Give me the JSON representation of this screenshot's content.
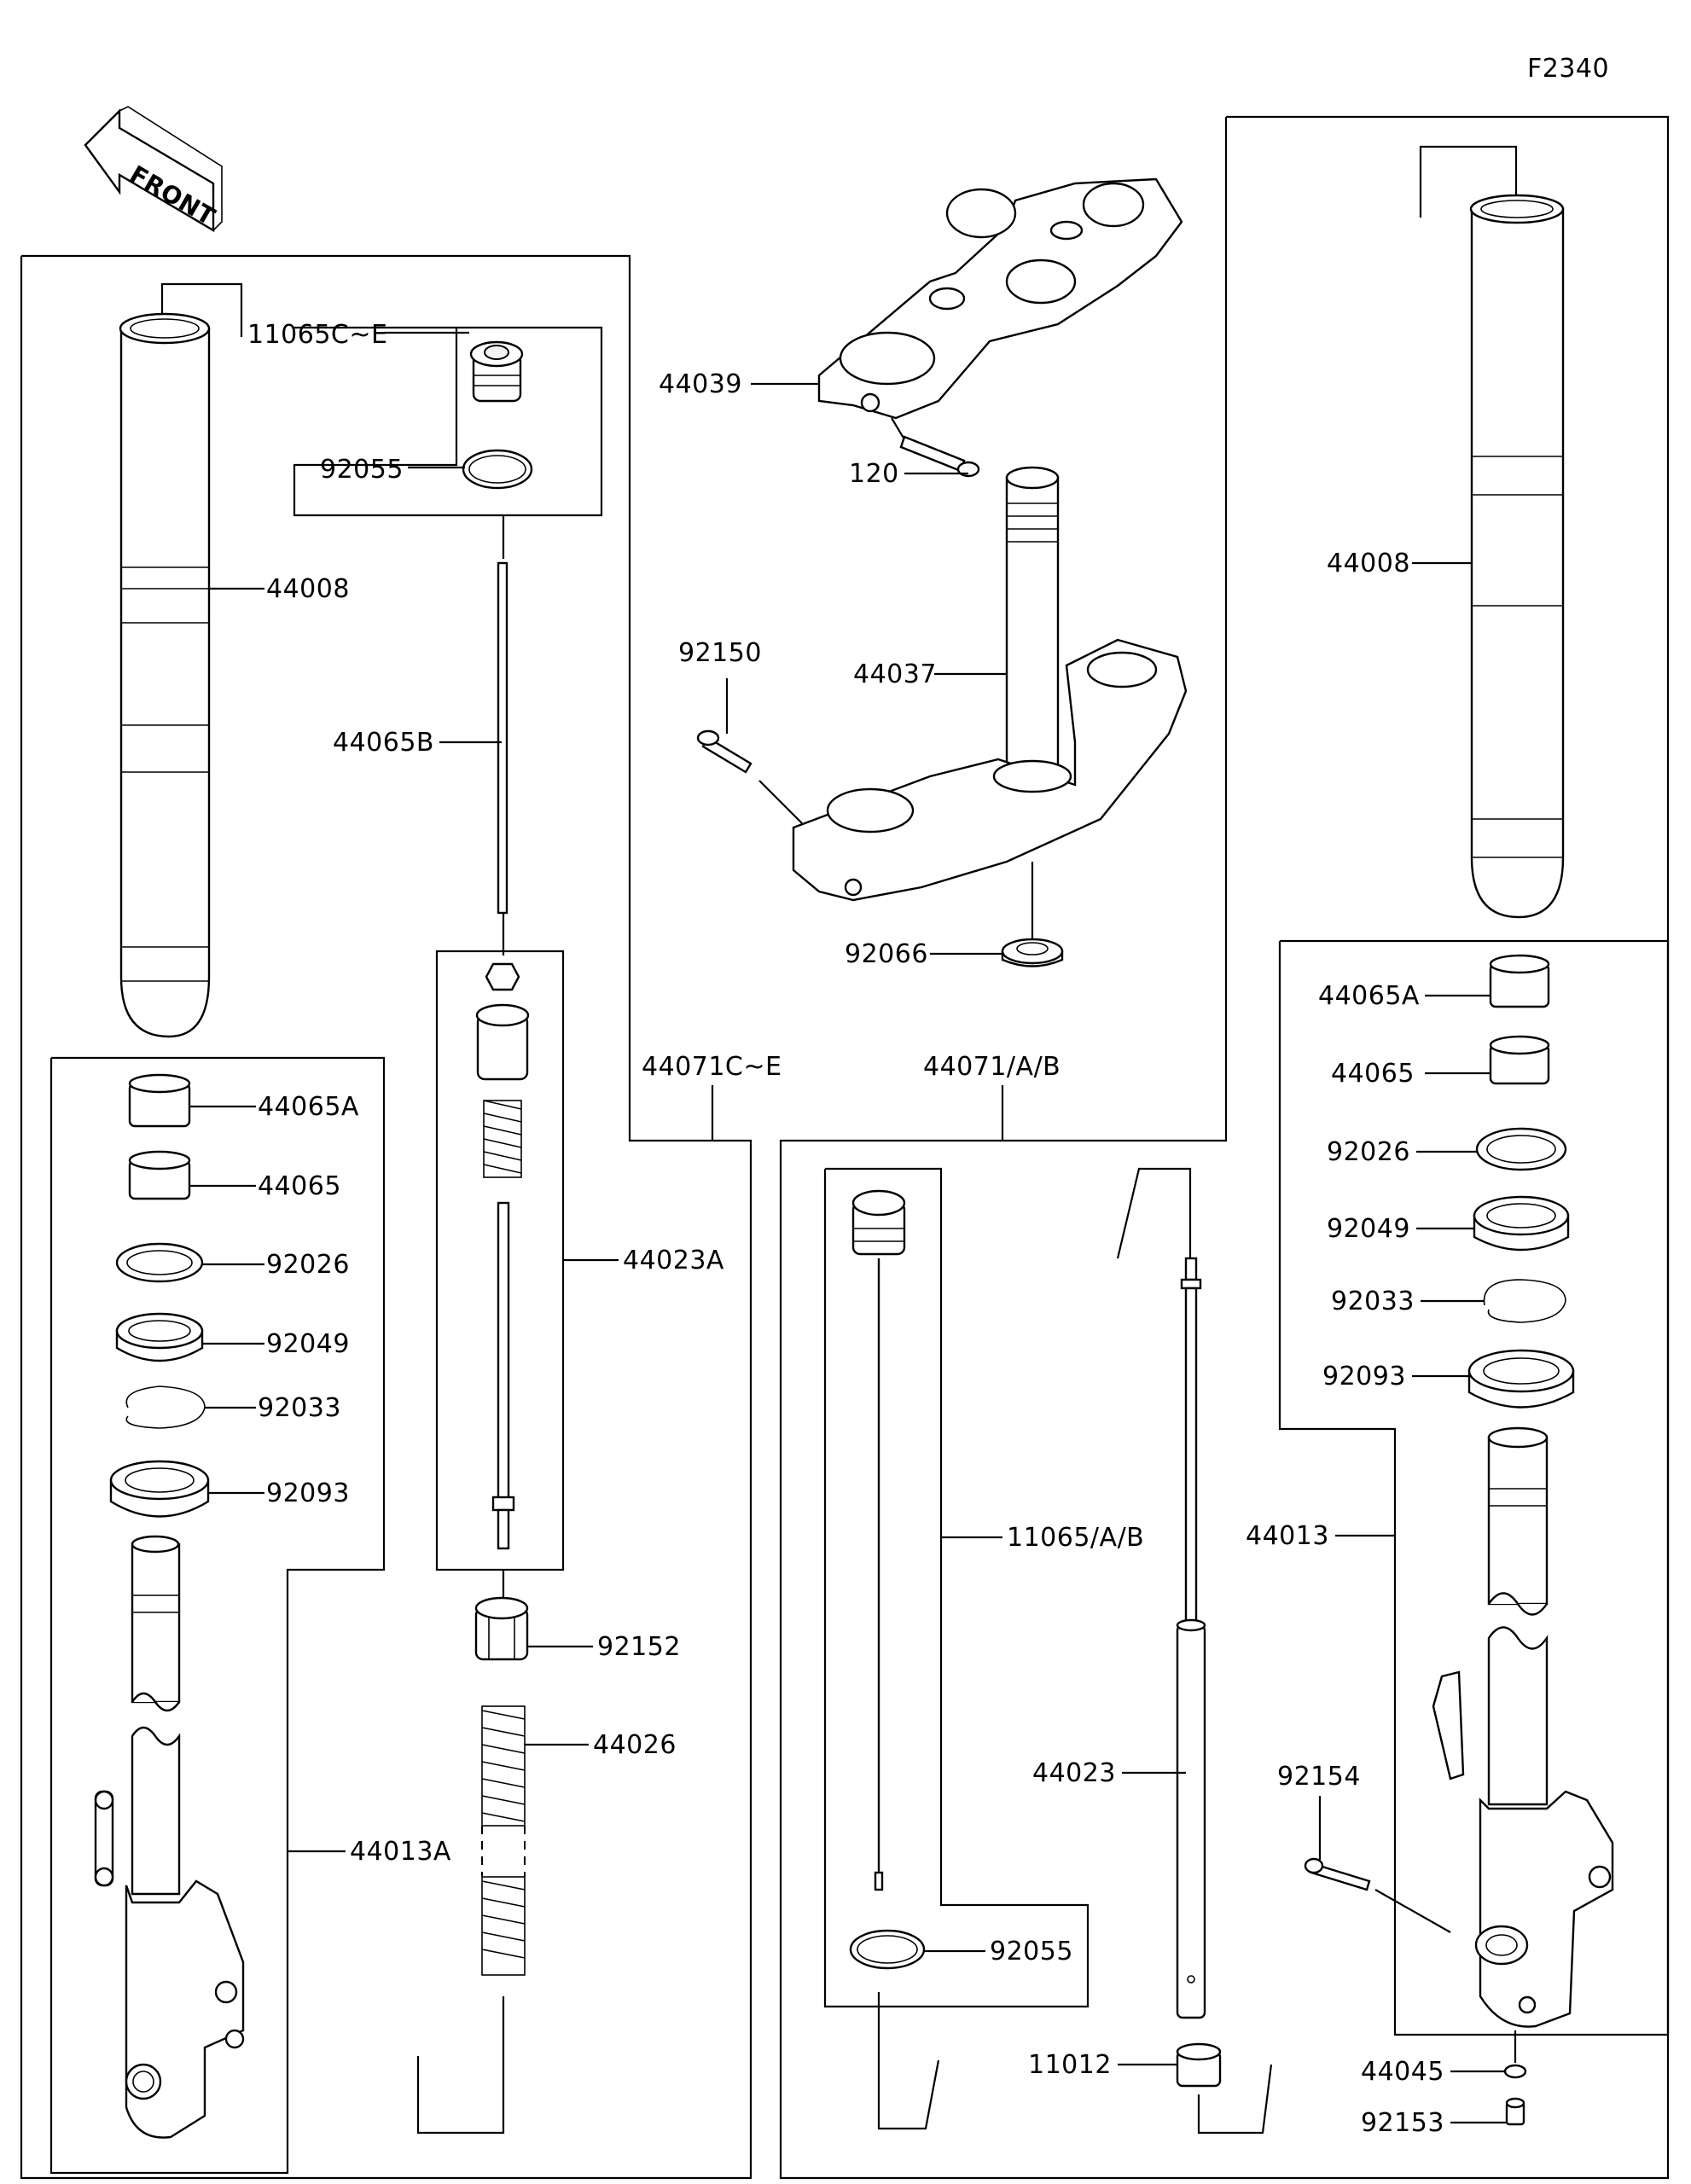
{
  "diagram_code": "F2340",
  "front_arrow_text": "FRONT",
  "labels": {
    "p11065CE": "11065C~E",
    "p92055_top": "92055",
    "p44008_left": "44008",
    "p44065B": "44065B",
    "p44065A_left": "44065A",
    "p44065_left": "44065",
    "p92026_left": "92026",
    "p92049_left": "92049",
    "p92033_left": "92033",
    "p92093_left": "92093",
    "p44013A": "44013A",
    "p44023A": "44023A",
    "p92152": "92152",
    "p44026": "44026",
    "p44071CE": "44071C~E",
    "p44039": "44039",
    "p120": "120",
    "p92150": "92150",
    "p44037": "44037",
    "p92066": "92066",
    "p44071AB": "44071/A/B",
    "p11065AB": "11065/A/B",
    "p92055_bottom": "92055",
    "p44023": "44023",
    "p11012": "11012",
    "p44008_right": "44008",
    "p44065A_right": "44065A",
    "p44065_right": "44065",
    "p92026_right": "92026",
    "p92049_right": "92049",
    "p92033_right": "92033",
    "p92093_right": "92093",
    "p44013": "44013",
    "p92154": "92154",
    "p44045": "44045",
    "p92153": "92153"
  }
}
